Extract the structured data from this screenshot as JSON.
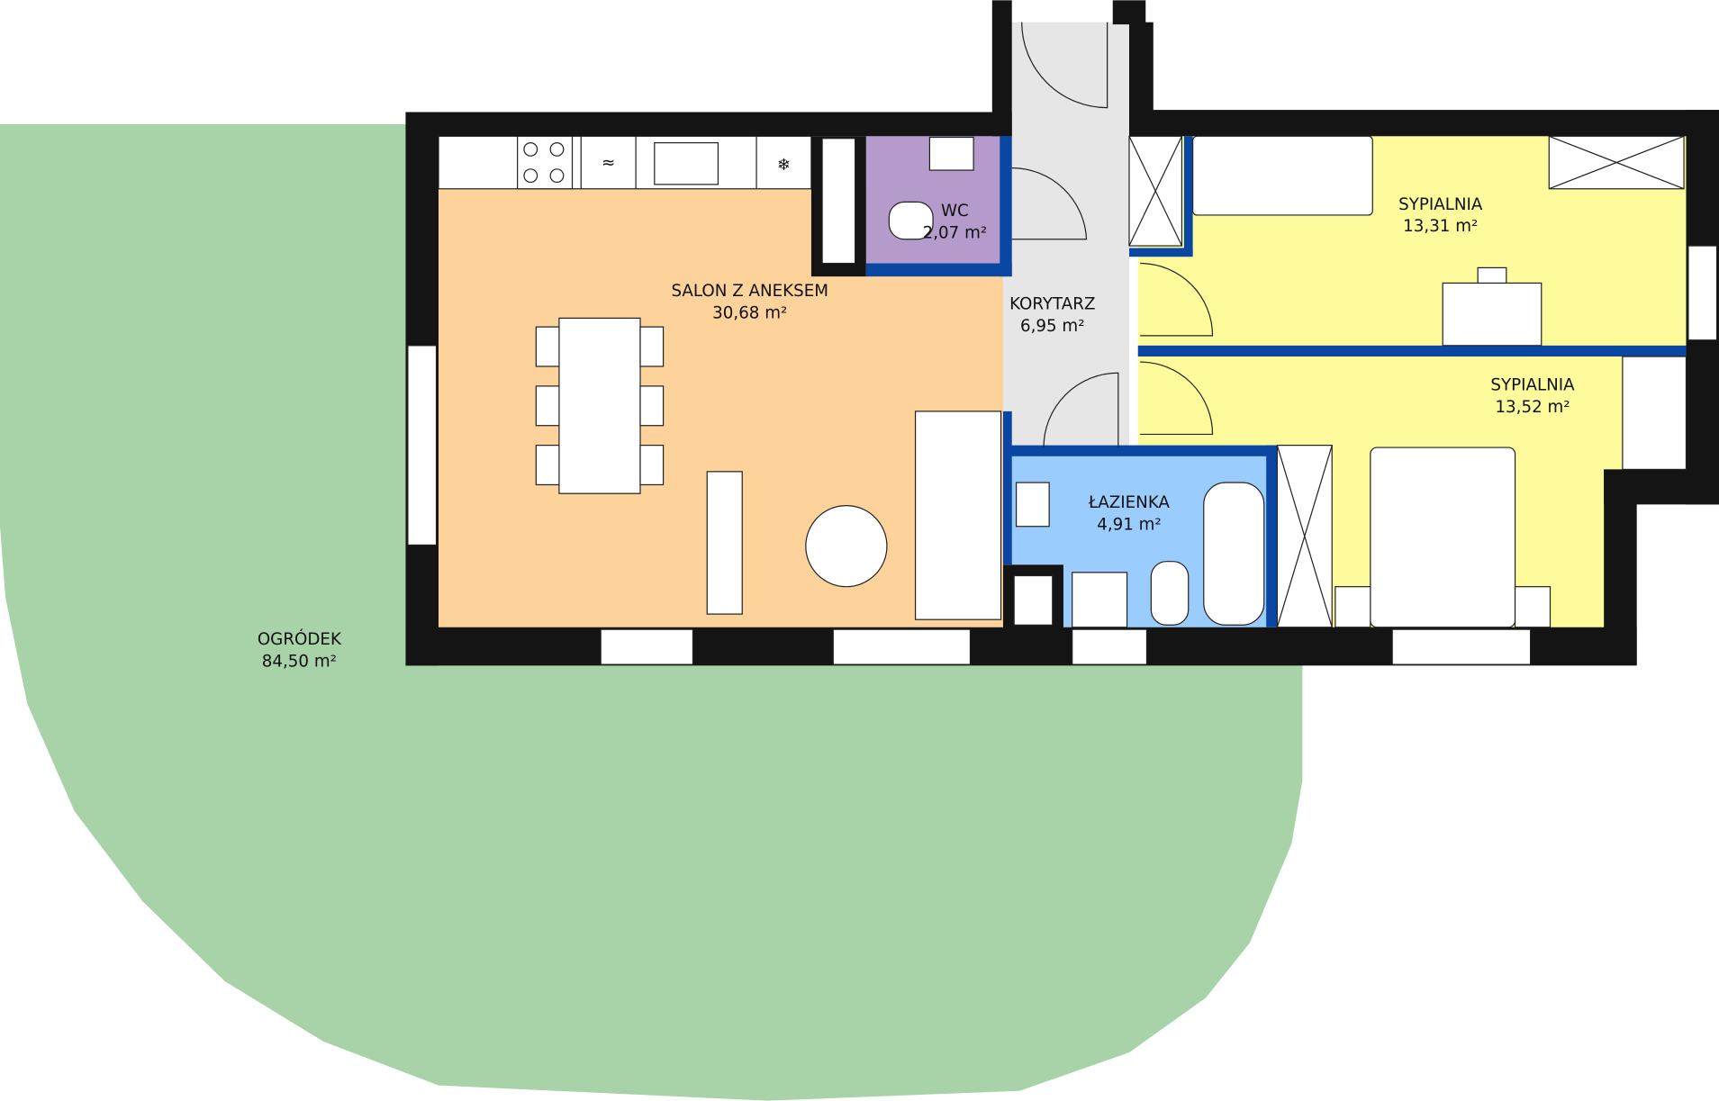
{
  "rooms": [
    {
      "name": "SALON Z ANEKSEM",
      "area": "30,68 m²",
      "color": "#fdd29b"
    },
    {
      "name": "WC",
      "area": "2,07 m²",
      "color": "#b49bcc"
    },
    {
      "name": "KORYTARZ",
      "area": "6,95 m²",
      "color": "#e6e6e6"
    },
    {
      "name": "SYPIALNIA",
      "area": "13,31 m²",
      "color": "#fdfb9b"
    },
    {
      "name": "SYPIALNIA",
      "area": "13,52 m²",
      "color": "#fdfb9b"
    },
    {
      "name": "ŁAZIENKA",
      "area": "4,91 m²",
      "color": "#9acdfd"
    },
    {
      "name": "OGRÓDEK",
      "area": "84,50 m²",
      "color": "#a8d2a8"
    }
  ]
}
